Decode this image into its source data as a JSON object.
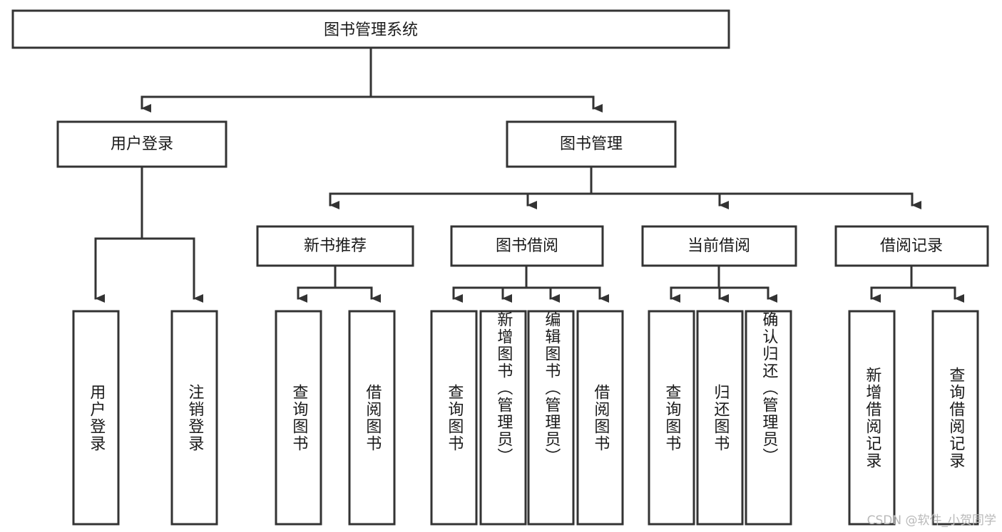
{
  "diagram": {
    "title": "图书管理系统",
    "type": "tree-hierarchy",
    "root": {
      "label": "图书管理系统"
    },
    "level2": [
      {
        "label": "用户登录"
      },
      {
        "label": "图书管理"
      }
    ],
    "level3": [
      {
        "label": "新书推荐"
      },
      {
        "label": "图书借阅"
      },
      {
        "label": "当前借阅"
      },
      {
        "label": "借阅记录"
      }
    ],
    "leaves": {
      "user_login": [
        {
          "label": "用户登录"
        },
        {
          "label": "注销登录"
        }
      ],
      "new_book": [
        {
          "label": "查询图书"
        },
        {
          "label": "借阅图书"
        }
      ],
      "book_borrow": [
        {
          "label": "查询图书"
        },
        {
          "label": "新增图书（管理员）"
        },
        {
          "label": "编辑图书（管理员）"
        },
        {
          "label": "借阅图书"
        }
      ],
      "current_borrow": [
        {
          "label": "查询图书"
        },
        {
          "label": "归还图书"
        },
        {
          "label": "确认归还（管理员）"
        }
      ],
      "borrow_record": [
        {
          "label": "新增借阅记录"
        },
        {
          "label": "查询借阅记录"
        }
      ]
    }
  },
  "watermark": {
    "text": "CSDN @软件_小贺同学"
  },
  "colors": {
    "stroke": "#333333",
    "box_fill": "#ffffff",
    "text": "#1a1a1a",
    "watermark": "#b9b9b9"
  }
}
